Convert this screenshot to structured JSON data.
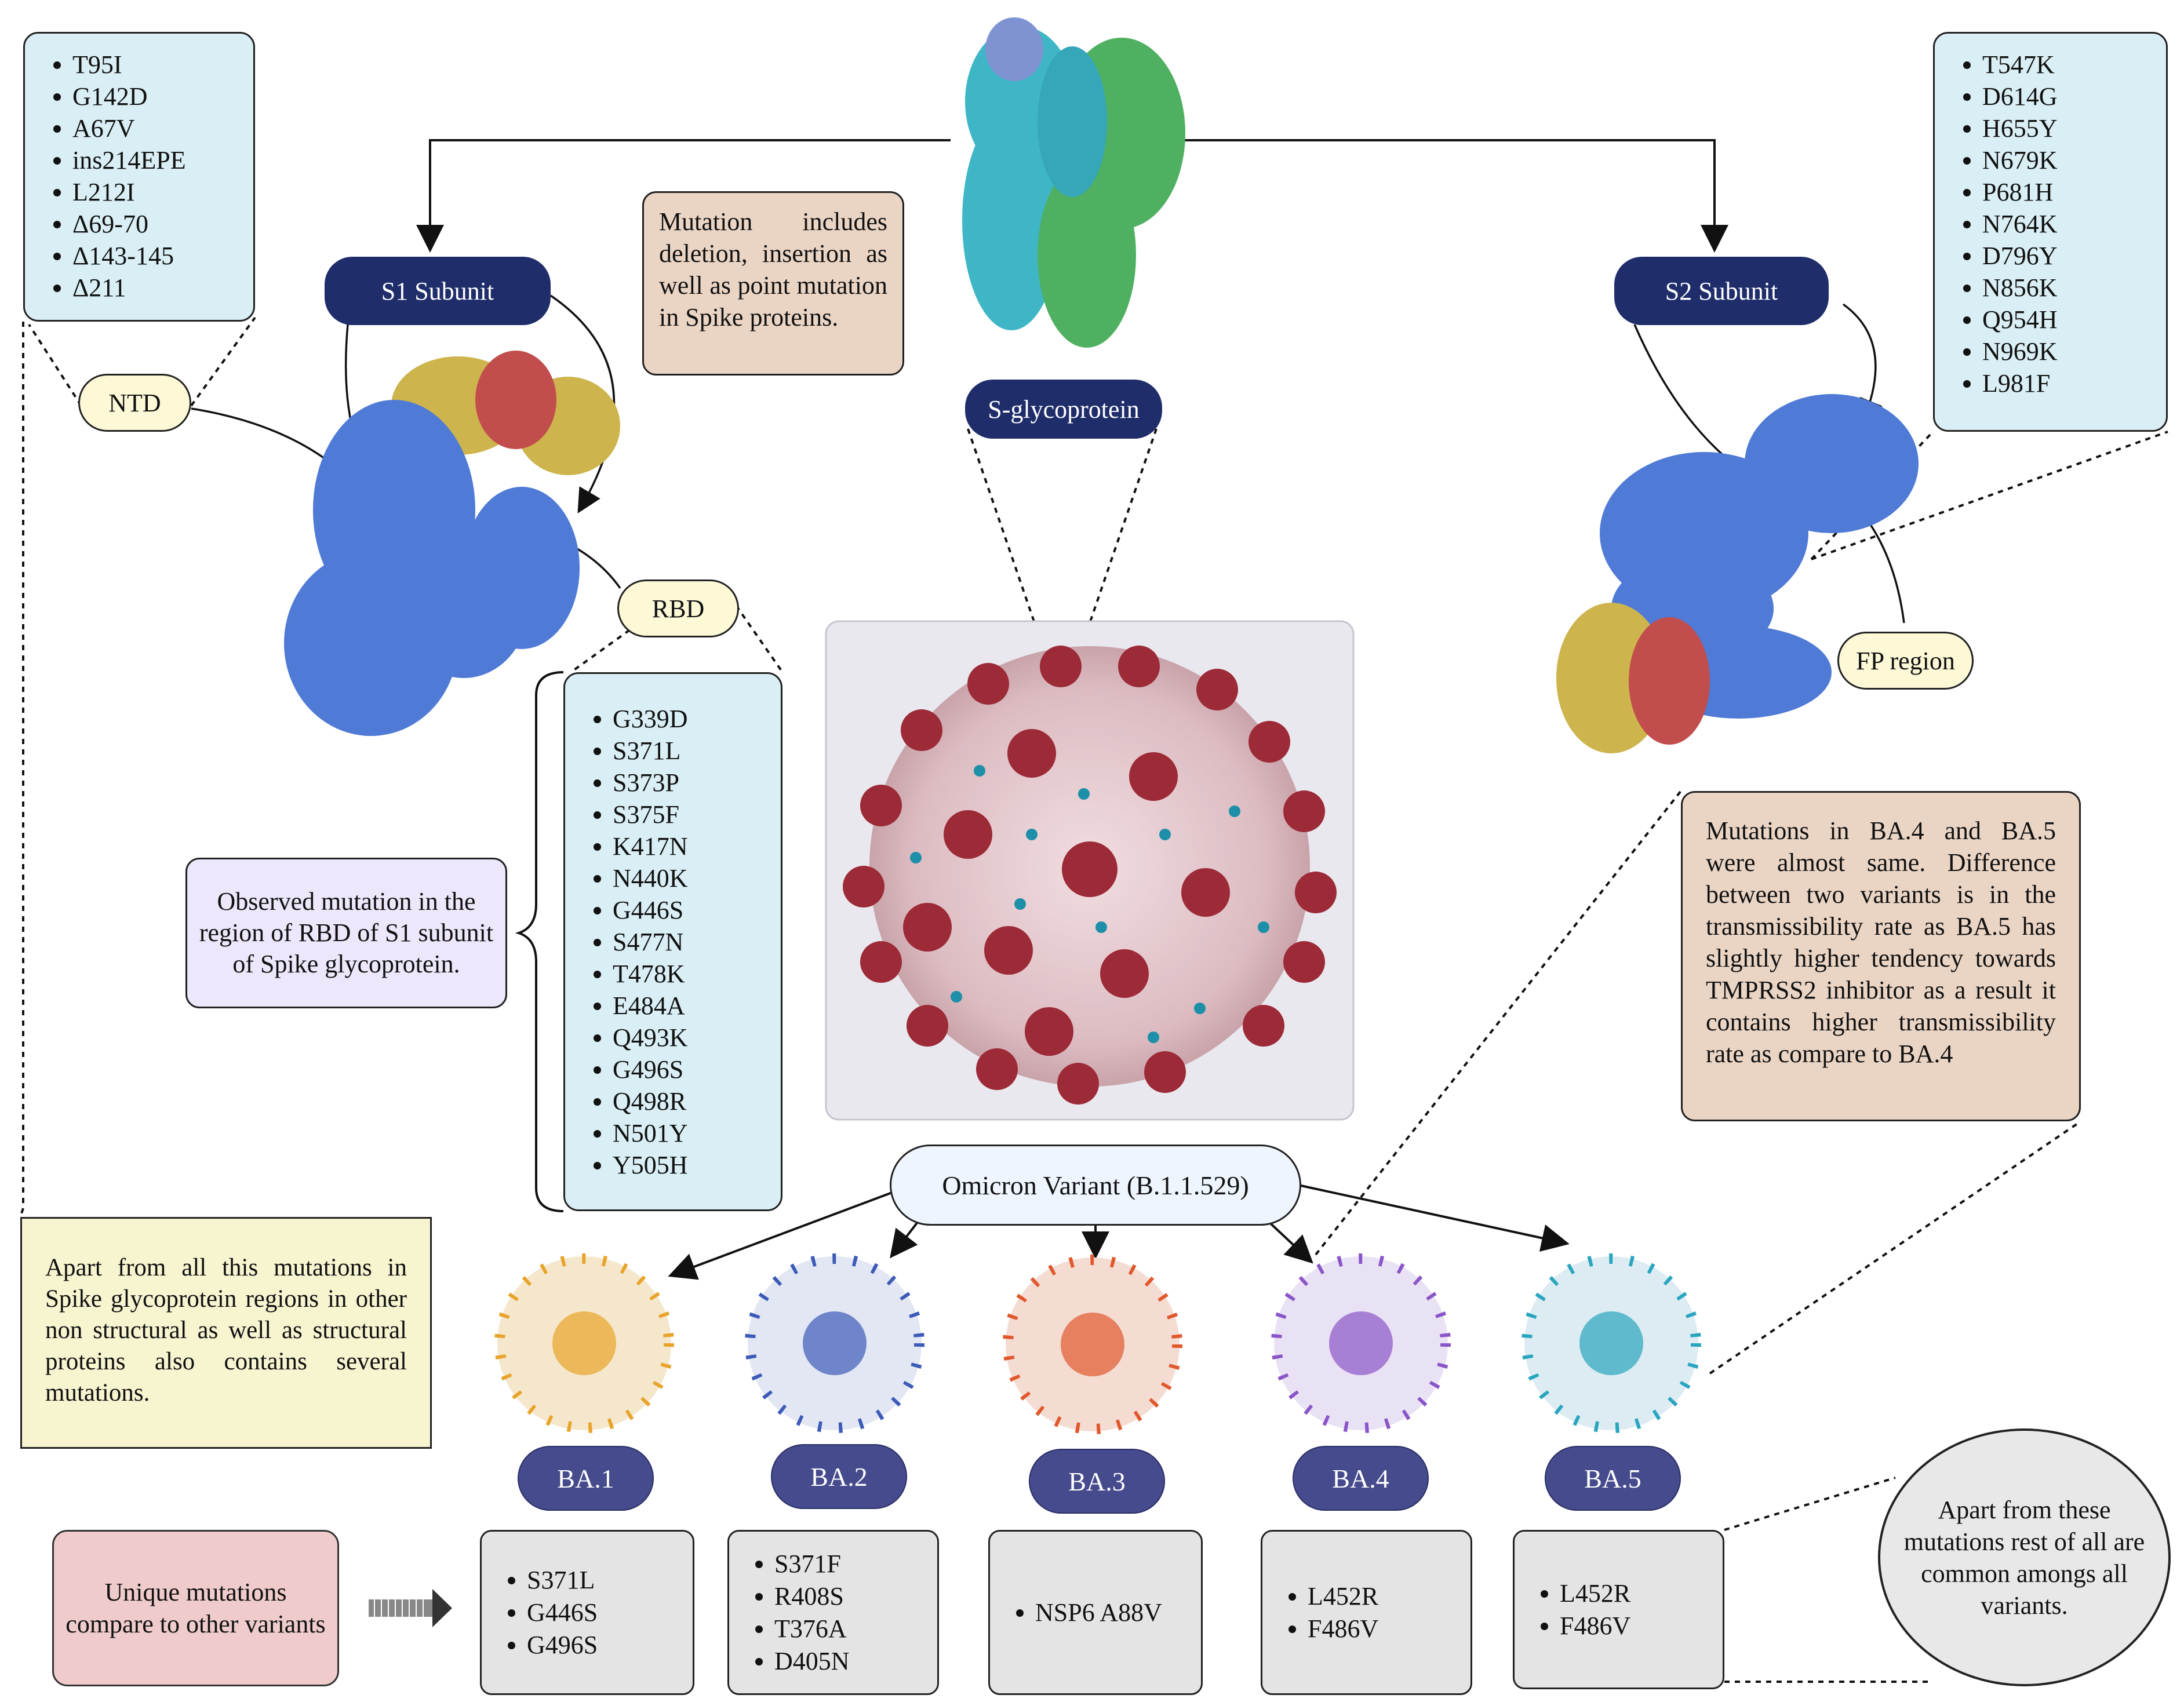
{
  "ntd_mutations": [
    "T95I",
    "G142D",
    "A67V",
    "ins214EPE",
    "L212I",
    "Δ69-70",
    "Δ143-145",
    "Δ211"
  ],
  "s2_mutations": [
    "T547K",
    "D614G",
    "H655Y",
    "N679K",
    "P681H",
    "N764K",
    "D796Y",
    "N856K",
    "Q954H",
    "N969K",
    "L981F"
  ],
  "rbd_mutations": [
    "G339D",
    "S371L",
    "S373P",
    "S375F",
    "K417N",
    "N440K",
    "G446S",
    "S477N",
    "T478K",
    "E484A",
    "Q493K",
    "G496S",
    "Q498R",
    "N501Y",
    "Y505H"
  ],
  "labels": {
    "s1_subunit": "S1 Subunit",
    "s2_subunit": "S2 Subunit",
    "s_glycoprotein": "S-glycoprotein",
    "ntd": "NTD",
    "rbd": "RBD",
    "fp_region": "FP region",
    "omicron": "Omicron Variant (B.1.1.529)"
  },
  "notes": {
    "mutation_types": "Mutation includes deletion, insertion as well as point mutation in Spike proteins.",
    "rbd_observed": "Observed mutation in the region of RBD of S1 subunit of Spike glycoprotein.",
    "ba45": "Mutations in BA.4 and BA.5 were almost same. Difference between two variants is in the transmissibility rate as BA.5 has slightly higher tendency towards TMPRSS2 inhibitor as a result it contains higher transmissibility rate as compare to BA.4",
    "apart": "Apart from all this mutations in Spike glycoprotein regions in other non structural as well as structural proteins also contains several mutations.",
    "unique": "Unique mutations compare to other variants",
    "common": "Apart from these mutations rest of all are common amongs all variants."
  },
  "variants": [
    {
      "name": "BA.1",
      "mutations": [
        "S371L",
        "G446S",
        "G496S"
      ],
      "color": "#e8a42a"
    },
    {
      "name": "BA.2",
      "mutations": [
        "S371F",
        "R408S",
        "T376A",
        "D405N"
      ],
      "color": "#3c5bb8"
    },
    {
      "name": "BA.3",
      "mutations": [
        "NSP6 A88V"
      ],
      "color": "#e0582c"
    },
    {
      "name": "BA.4",
      "mutations": [
        "L452R",
        "F486V"
      ],
      "color": "#8a55c8"
    },
    {
      "name": "BA.5",
      "mutations": [
        "L452R",
        "F486V"
      ],
      "color": "#2aa5bf"
    }
  ],
  "colors": {
    "spike_dark": "#9c2a37",
    "pill_navy": "#1f2d6b",
    "protein_blue": "#4f7ad6",
    "protein_teal": "#3fb6c6",
    "protein_green": "#4fb061",
    "protein_yellow": "#cdb44c",
    "protein_red": "#c24d4d"
  }
}
